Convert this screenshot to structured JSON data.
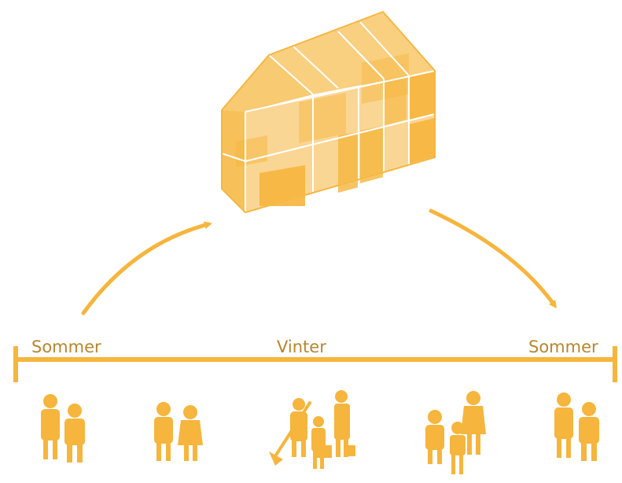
{
  "timeline": {
    "labels": [
      "Sommer",
      "Vinter",
      "Sommer"
    ]
  },
  "colors": {
    "accent": "#f6b53c",
    "label": "#b8862c",
    "house_fill": "#f8c980",
    "house_line": "#ffffff"
  }
}
